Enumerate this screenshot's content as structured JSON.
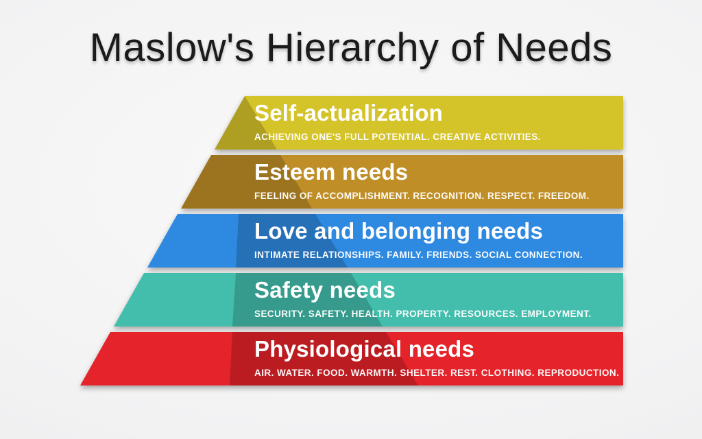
{
  "title": "Maslow's Hierarchy of Needs",
  "colors": {
    "background": "#f2f2f3",
    "title_text": "#1b1b1b",
    "level_text": "#ffffff",
    "shade": "rgba(0,0,0,0.18)"
  },
  "pyramid": {
    "levels": [
      {
        "name": "Self-actualization",
        "description": "ACHIEVING ONE'S FULL POTENTIAL. CREATIVE ACTIVITIES.",
        "color": "#d5c32a"
      },
      {
        "name": "Esteem needs",
        "description": "FEELING OF ACCOMPLISHMENT. RECOGNITION. RESPECT. FREEDOM.",
        "color": "#bf8e27"
      },
      {
        "name": "Love and belonging needs",
        "description": "INTIMATE RELATIONSHIPS. FAMILY. FRIENDS. SOCIAL CONNECTION.",
        "color": "#2e89e0"
      },
      {
        "name": "Safety needs",
        "description": "SECURITY. SAFETY. HEALTH. PROPERTY. RESOURCES. EMPLOYMENT.",
        "color": "#43bdac"
      },
      {
        "name": "Physiological needs",
        "description": "AIR. WATER. FOOD. WARMTH. SHELTER. REST. CLOTHING. REPRODUCTION.",
        "color": "#e4232a"
      }
    ]
  }
}
